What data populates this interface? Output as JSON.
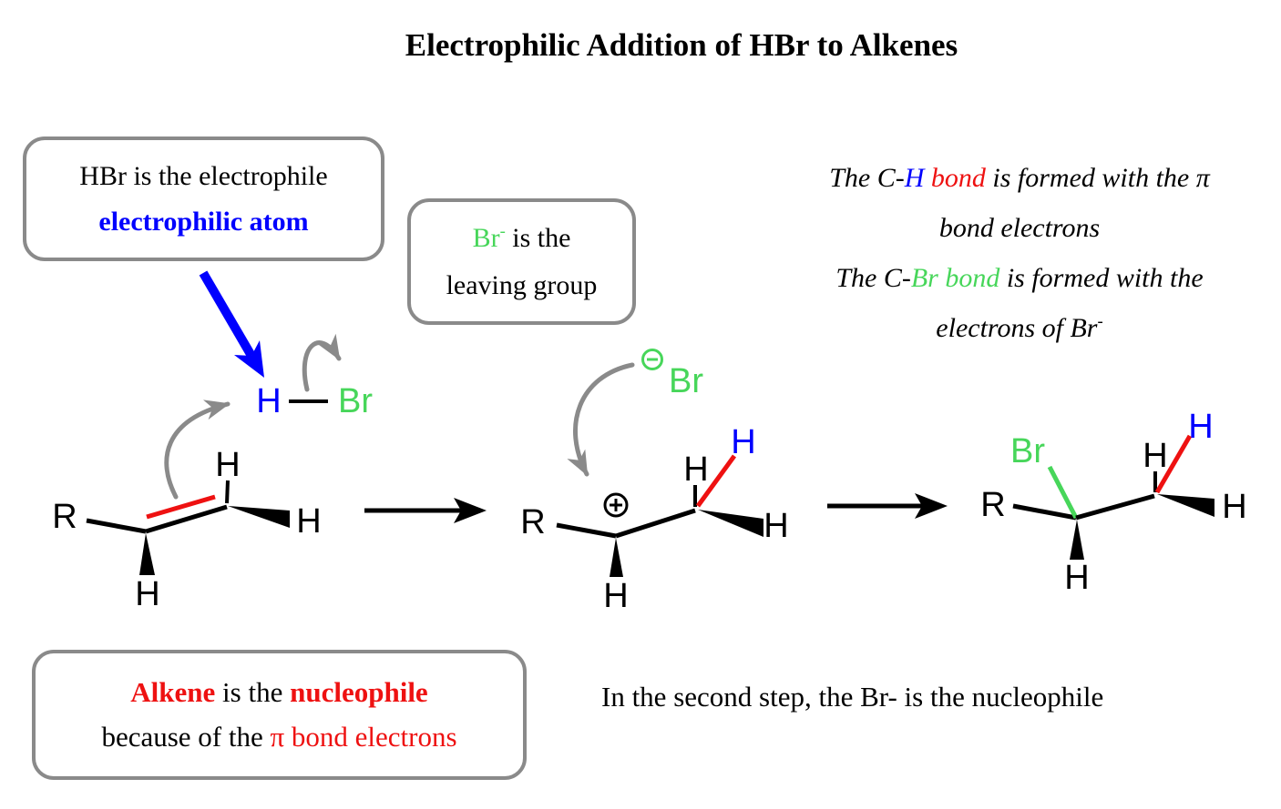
{
  "title": "Electrophilic Addition of HBr to Alkenes",
  "colors": {
    "electrophile_blue": "#0000fe",
    "nucleophile_red": "#ee1111",
    "bromide_green": "#47d65a",
    "annotation_gray": "#8a8a8a",
    "bond_black": "#000000"
  },
  "callouts": {
    "electrophile_box": {
      "line1": "HBr is the electrophile",
      "line2": "electrophilic atom"
    },
    "leaving_group_box": {
      "br": "Br",
      "br_charge": "-",
      "line1_rest": " is the",
      "line2": "leaving group"
    },
    "nucleophile_box": {
      "alkene": "Alkene",
      "mid": " is the ",
      "nucleophile": "nucleophile",
      "line2_pre": "because of the ",
      "line2_red": "π bond electrons"
    }
  },
  "bond_note": {
    "line1_pre": "The C-",
    "line1_h": "H",
    "line1_red": " bond",
    "line1_rest": " is formed with the ",
    "line1_pi": "π",
    "line2": "bond electrons",
    "line3_pre": "The C-",
    "line3_green": "Br bond",
    "line3_rest": " is formed with the",
    "line4_pre": "electrons of Br",
    "line4_charge": "-"
  },
  "second_step_note": "In the second step, the Br- is the nucleophile",
  "molecules": {
    "hbr": {
      "h": "H",
      "br": "Br"
    },
    "alkene": {
      "r": "R",
      "h_top": "H",
      "h_right": "H",
      "h_bottom": "H"
    },
    "carbocation": {
      "r": "R",
      "br": "Br",
      "h_top": "H",
      "h_new": "H",
      "h_right": "H",
      "h_bottom": "H"
    },
    "product": {
      "r": "R",
      "br": "Br",
      "h_top": "H",
      "h_new": "H",
      "h_right": "H",
      "h_bottom": "H"
    }
  }
}
